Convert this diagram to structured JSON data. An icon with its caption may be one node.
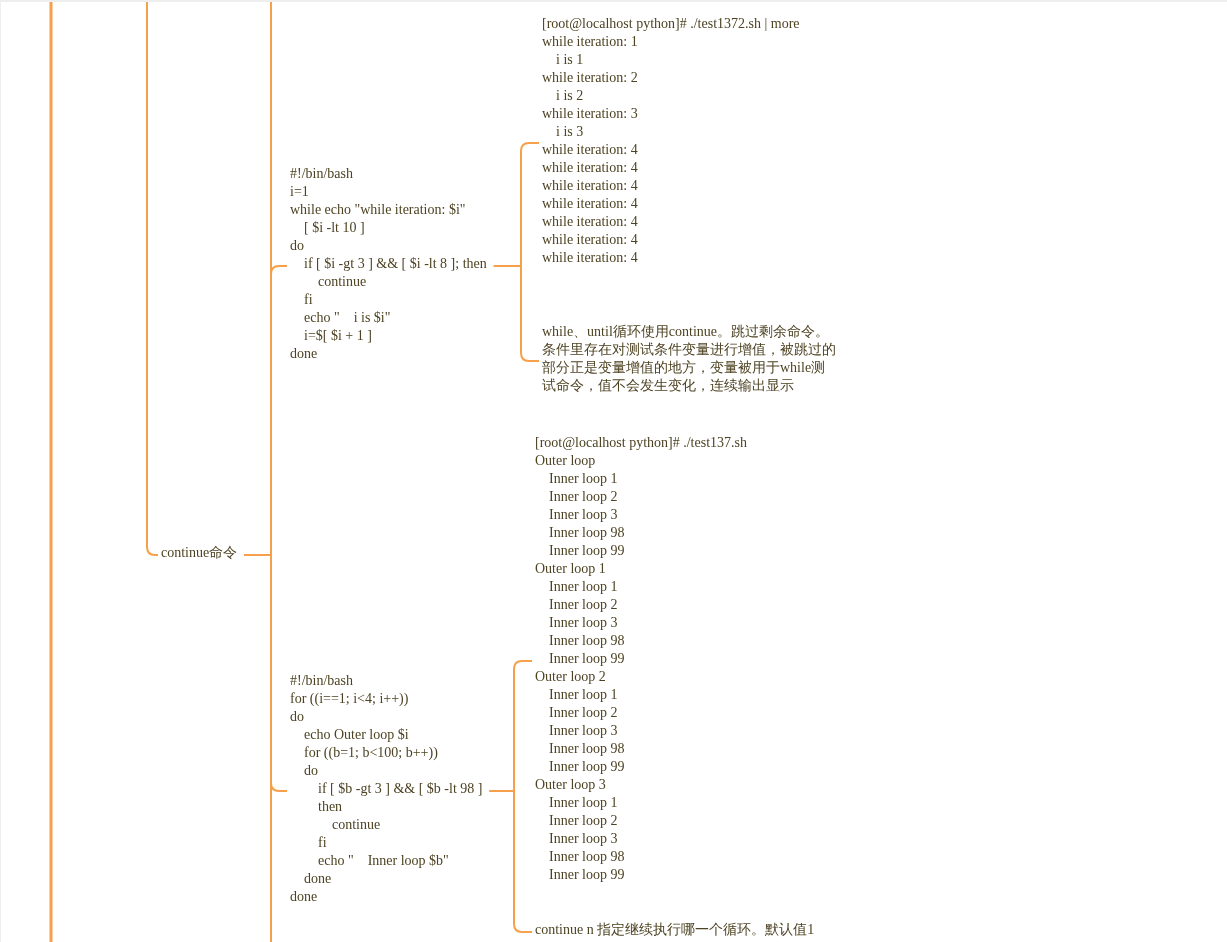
{
  "diagram": {
    "nodes": [
      {
        "text": [
          "continue命令"
        ]
      },
      {
        "text": [
          "#!/bin/bash",
          "i=1",
          "while echo \"while iteration: $i\"",
          "    [ $i -lt 10 ]",
          "do",
          "    if [ $i -gt 3 ] && [ $i -lt 8 ]; then",
          "        continue",
          "    fi",
          "    echo \"    i is $i\"",
          "    i=$[ $i + 1 ]",
          "done"
        ]
      },
      {
        "text": [
          "[root@localhost python]# ./test1372.sh | more",
          "while iteration: 1",
          "    i is 1",
          "while iteration: 2",
          "    i is 2",
          "while iteration: 3",
          "    i is 3",
          "while iteration: 4",
          "while iteration: 4",
          "while iteration: 4",
          "while iteration: 4",
          "while iteration: 4",
          "while iteration: 4",
          "while iteration: 4"
        ]
      },
      {
        "text": [
          "while、until循环使用continue。跳过剩余命令。条件里存在对测试条件变量进行增值，被跳过的部分正是变量增值的地方，变量被用于while测试命令，值不会发生变化，连续输出显示"
        ]
      },
      {
        "text": [
          "#!/bin/bash",
          "for ((i==1; i<4; i++))",
          "do",
          "    echo Outer loop $i",
          "    for ((b=1; b<100; b++))",
          "    do",
          "        if [ $b -gt 3 ] && [ $b -lt 98 ]",
          "        then",
          "            continue",
          "        fi",
          "        echo \"    Inner loop $b\"",
          "    done",
          "done"
        ]
      },
      {
        "text": [
          "[root@localhost python]# ./test137.sh",
          "Outer loop",
          "    Inner loop 1",
          "    Inner loop 2",
          "    Inner loop 3",
          "    Inner loop 98",
          "    Inner loop 99",
          "Outer loop 1",
          "    Inner loop 1",
          "    Inner loop 2",
          "    Inner loop 3",
          "    Inner loop 98",
          "    Inner loop 99",
          "Outer loop 2",
          "    Inner loop 1",
          "    Inner loop 2",
          "    Inner loop 3",
          "    Inner loop 98",
          "    Inner loop 99",
          "Outer loop 3",
          "    Inner loop 1",
          "    Inner loop 2",
          "    Inner loop 3",
          "    Inner loop 98",
          "    Inner loop 99"
        ]
      },
      {
        "text": [
          "continue n 指定继续执行哪一个循环。默认值1"
        ]
      }
    ],
    "edges": [
      {
        "from": null,
        "to": 0,
        "arrow": "none"
      },
      {
        "from": 0,
        "to": null,
        "arrow": "none"
      },
      {
        "from": 0,
        "to": null,
        "arrow": "none"
      },
      {
        "from": 0,
        "to": 1,
        "arrow": "none"
      },
      {
        "from": 0,
        "to": 4,
        "arrow": "none"
      },
      {
        "from": 1,
        "to": 2,
        "arrow": "none"
      },
      {
        "from": 1,
        "to": 3,
        "arrow": "none"
      },
      {
        "from": 4,
        "to": 5,
        "arrow": "none"
      },
      {
        "from": 4,
        "to": 6,
        "arrow": "none"
      }
    ]
  }
}
